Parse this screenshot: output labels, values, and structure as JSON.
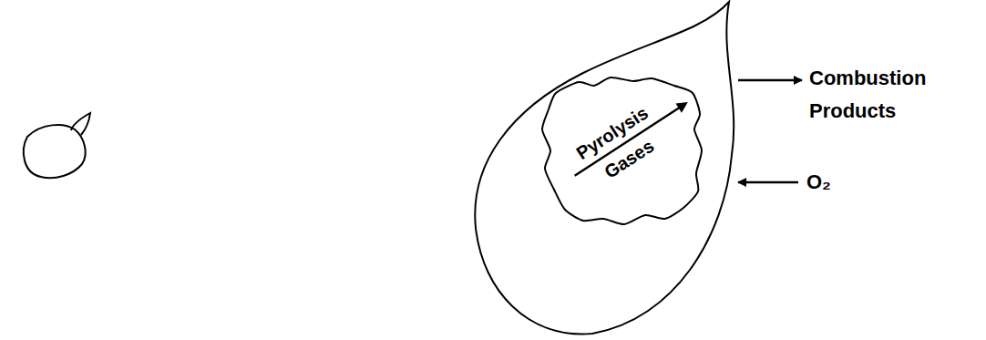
{
  "diagram": {
    "nodes": [
      {
        "text": [
          "Pyrolysis Gases"
        ]
      }
    ],
    "labels": [
      "Combustion Products",
      "O₂"
    ]
  }
}
